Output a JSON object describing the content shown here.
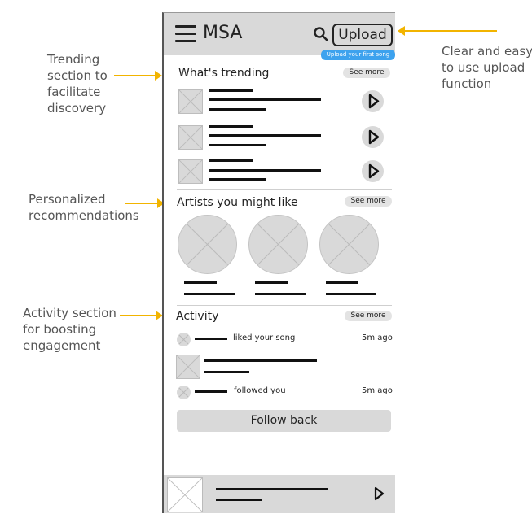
{
  "annotations": {
    "trending": "Trending\nsection to\nfacilitate\ndiscovery",
    "personalized": "Personalized\nrecommendations",
    "activity": "Activity section\nfor boosting\nengagement",
    "upload": "Clear and easy\nto use upload\nfunction",
    "arrow_color": "#f2b400"
  },
  "header": {
    "menu_icon": "hamburger-icon",
    "title": "MSA",
    "search_icon": "search-icon",
    "upload_label": "Upload",
    "upload_tooltip": "Upload your first song"
  },
  "trending": {
    "title": "What's trending",
    "see_more": "See more",
    "items": [
      {
        "thumb_icon": "image-placeholder-icon",
        "play_icon": "play-icon"
      },
      {
        "thumb_icon": "image-placeholder-icon",
        "play_icon": "play-icon"
      },
      {
        "thumb_icon": "image-placeholder-icon",
        "play_icon": "play-icon"
      }
    ]
  },
  "artists": {
    "title": "Artists you might like",
    "see_more": "See more",
    "items": [
      {
        "avatar_icon": "image-placeholder-icon"
      },
      {
        "avatar_icon": "image-placeholder-icon"
      },
      {
        "avatar_icon": "image-placeholder-icon"
      }
    ]
  },
  "activity": {
    "title": "Activity",
    "see_more": "See more",
    "items": [
      {
        "text": "liked your song",
        "time": "5m ago"
      },
      {
        "text": "followed you",
        "time": "5m ago"
      }
    ],
    "follow_back": "Follow back"
  },
  "player": {
    "thumb_icon": "image-placeholder-icon",
    "play_icon": "play-icon"
  },
  "colors": {
    "surface_gray": "#d9d9d9",
    "tooltip_blue": "#3da2ee",
    "ink": "#111111"
  }
}
